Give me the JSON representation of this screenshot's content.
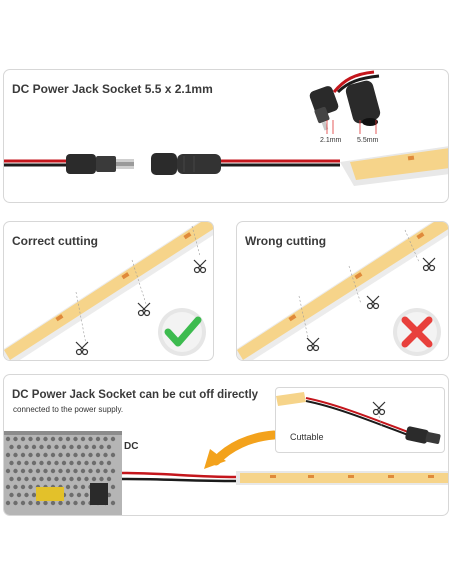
{
  "panel1": {
    "title": "DC Power Jack Socket 5.5 x 2.1mm",
    "dim_inner": "2.1mm",
    "dim_outer": "5.5mm"
  },
  "panel2": {
    "left_title": "Correct cutting",
    "right_title": "Wrong cutting"
  },
  "panel3": {
    "title": "DC Power Jack Socket can be cut off directly",
    "subtitle": "connected to the power supply.",
    "dc_label": "DC",
    "cuttable_label": "Cuttable"
  },
  "icons": {
    "check": "check-icon",
    "cross": "cross-icon",
    "scissors": "scissors-icon",
    "arrow": "arrow-icon"
  },
  "colors": {
    "strip": "#f6d48a",
    "pad": "#e08a3a",
    "wire_red": "#c4161c",
    "wire_black": "#1b1b1b",
    "check": "#3dbb4f",
    "cross": "#e8403c",
    "arrow": "#f3a21c"
  }
}
